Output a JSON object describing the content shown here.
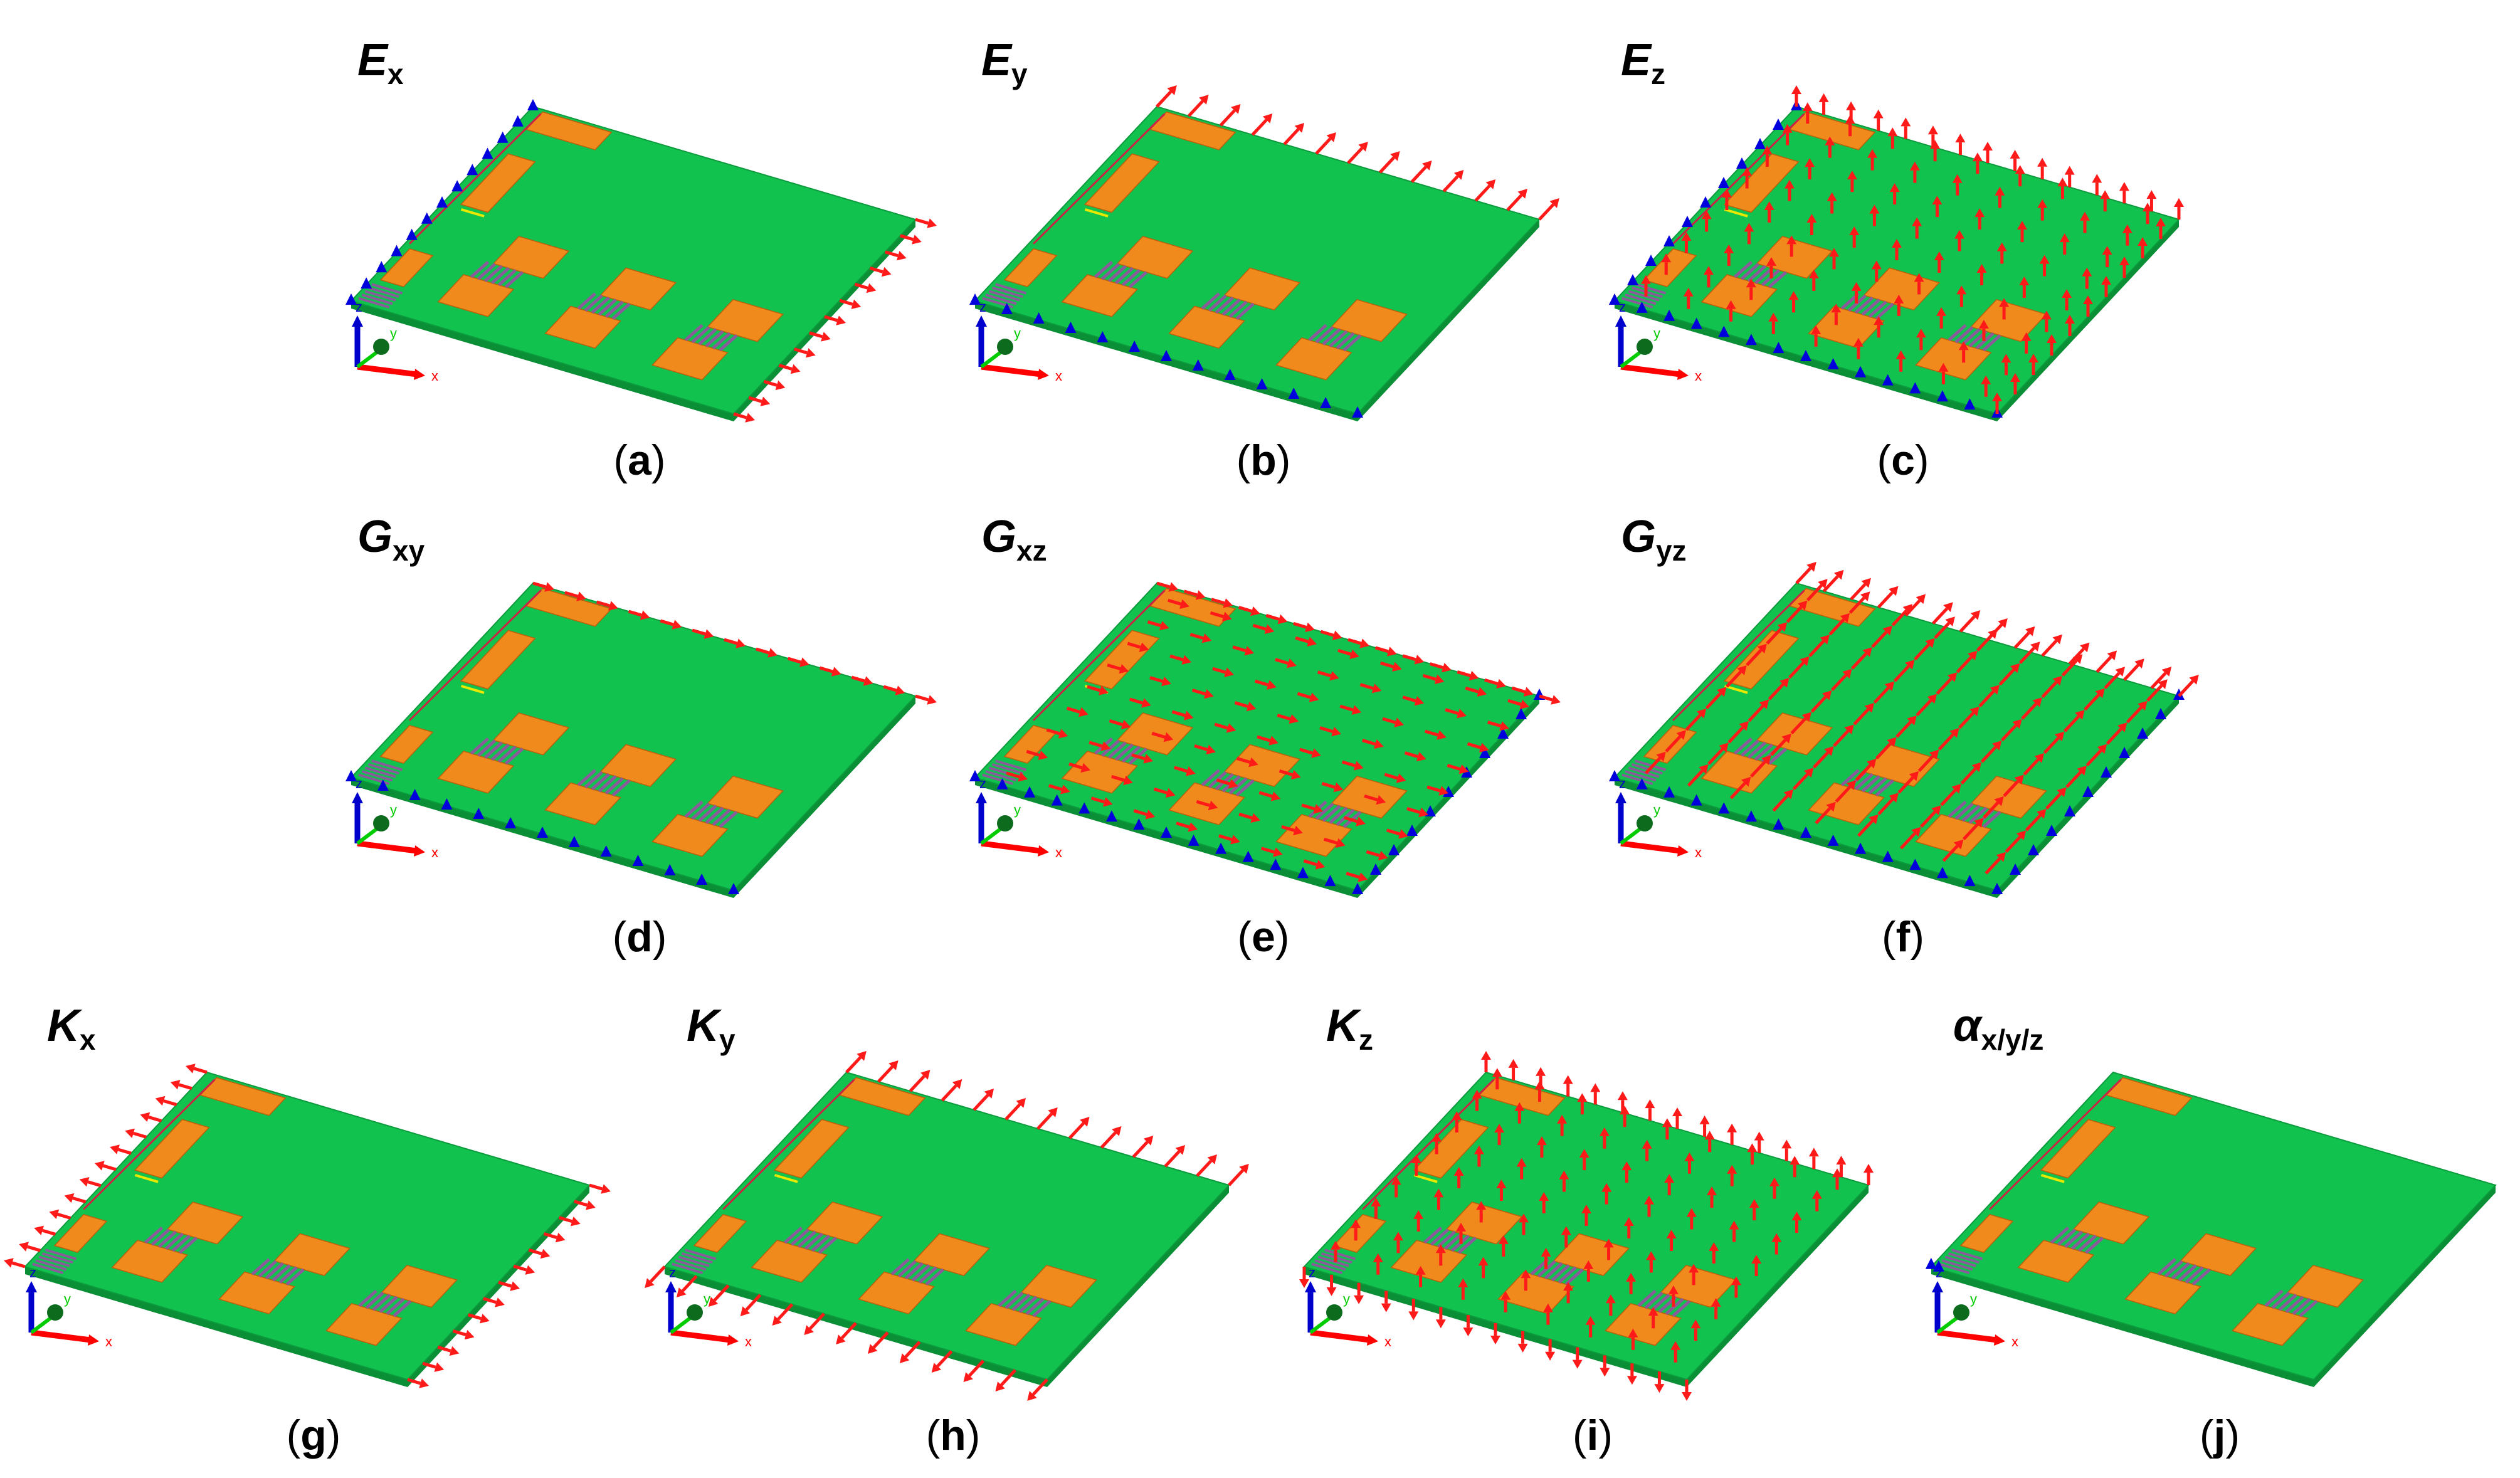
{
  "figure": {
    "panels": [
      {
        "label": "a",
        "symbol": "E",
        "subscript": "x",
        "constraint": "fixed x edges",
        "load": "x-direction edge load"
      },
      {
        "label": "b",
        "symbol": "E",
        "subscript": "y",
        "constraint": "fixed y edges",
        "load": "y-direction edge load"
      },
      {
        "label": "c",
        "symbol": "E",
        "subscript": "z",
        "constraint": "fixed bottom",
        "load": "z-direction surface load"
      },
      {
        "label": "d",
        "symbol": "G",
        "subscript": "xy",
        "constraint": "fixed front edge",
        "load": "x-direction load on back edge"
      },
      {
        "label": "e",
        "symbol": "G",
        "subscript": "xz",
        "constraint": "fixed bottom",
        "load": "x-direction surface load"
      },
      {
        "label": "f",
        "symbol": "G",
        "subscript": "yz",
        "constraint": "fixed bottom",
        "load": "y-direction surface load"
      },
      {
        "label": "g",
        "symbol": "K",
        "subscript": "x",
        "constraint": "none",
        "load": "x-direction edge load"
      },
      {
        "label": "h",
        "symbol": "K",
        "subscript": "y",
        "constraint": "none",
        "load": "y-direction edge load"
      },
      {
        "label": "i",
        "symbol": "K",
        "subscript": "z",
        "constraint": "none",
        "load": "z-direction surface load"
      },
      {
        "label": "j",
        "symbol": "α",
        "subscript": "x/y/z",
        "constraint": "single corner support",
        "load": "none"
      }
    ],
    "axis_labels": {
      "x": "x",
      "y": "y",
      "z": "z"
    },
    "colors": {
      "board": "#12c24e",
      "board_dark": "#0a8f37",
      "pad": "#f08a1c",
      "pad_stripe": "#8b5a9a",
      "load_arrow": "#ff1a1a",
      "support": "#0000dd",
      "axis_x": "#ff0000",
      "axis_y": "#00cc00",
      "axis_z": "#0000cc"
    }
  }
}
